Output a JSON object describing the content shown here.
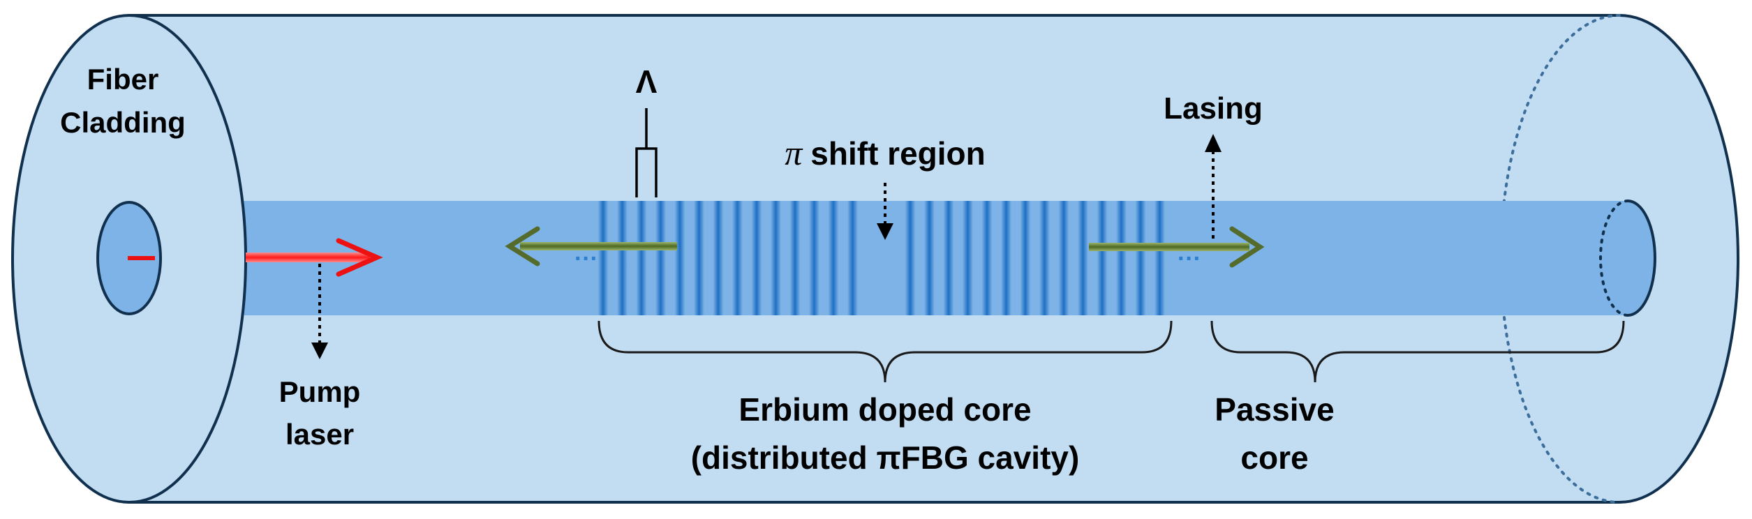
{
  "labels": {
    "fiber_cladding_line1": "Fiber",
    "fiber_cladding_line2": "Cladding",
    "pump_line1": "Pump",
    "pump_line2": "laser",
    "lambda_symbol": "Λ",
    "pi_symbol": "π",
    "pi_shift_text": "shift region",
    "lasing": "Lasing",
    "erbium_line1": "Erbium doped core",
    "erbium_line2": "(distributed πFBG cavity)",
    "passive_line1": "Passive",
    "passive_line2": "core",
    "dots_left": "···",
    "dots_right": "···"
  },
  "colors": {
    "cladding_fill": "#c2dcf2",
    "cladding_stroke": "#10304e",
    "core_fill": "#7db3e6",
    "grating_dark": "#1e6fc4",
    "pump_arrow": "#ee1111",
    "lasing_arrow": "#546b2b",
    "dots": "#2f7fd0"
  }
}
